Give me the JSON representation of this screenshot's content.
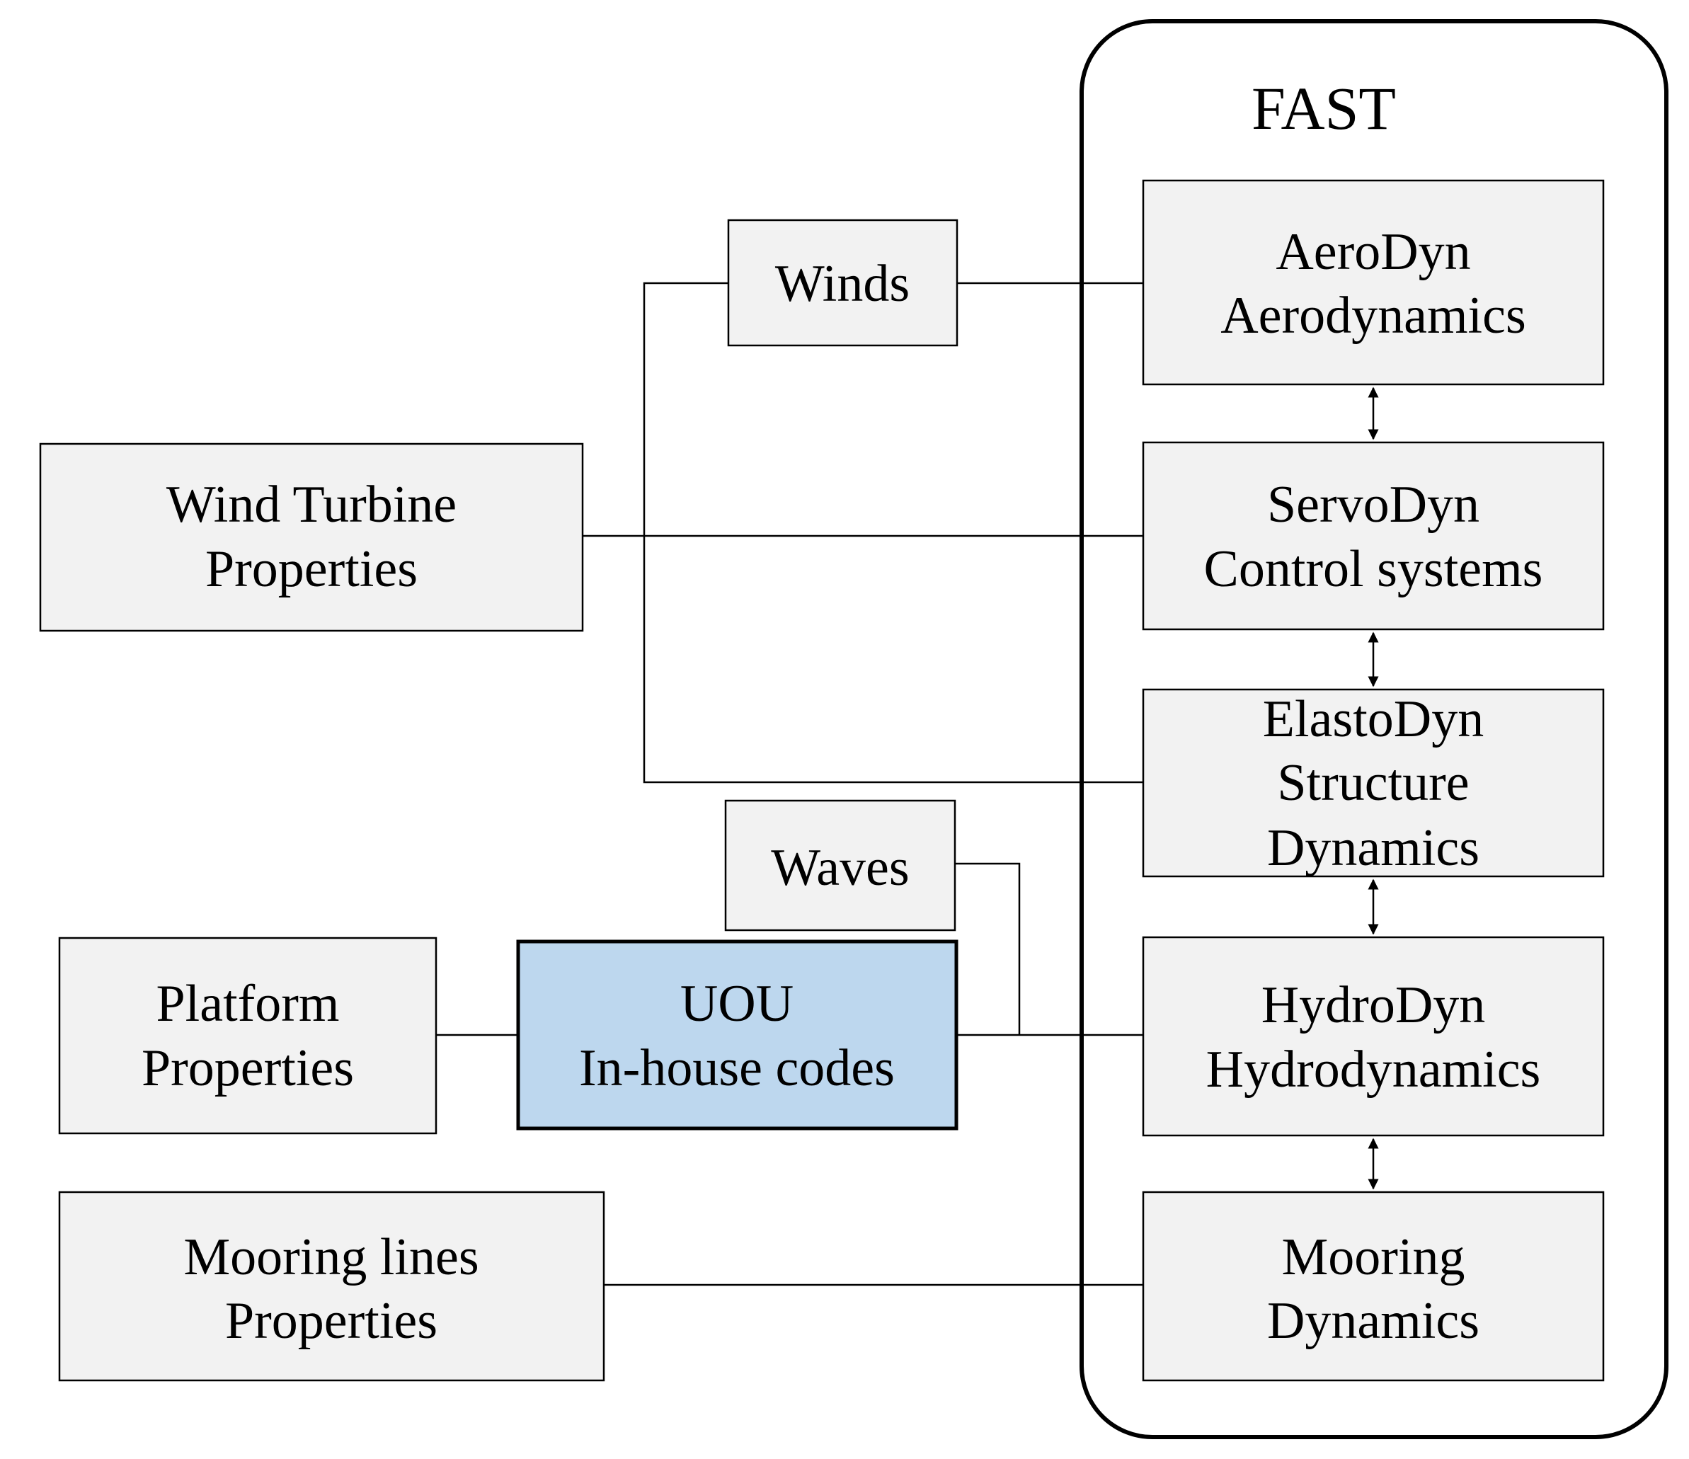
{
  "colors": {
    "box_fill": "#f2f2f2",
    "highlight_fill": "#bdd7ee",
    "line": "#000000",
    "background": "#ffffff"
  },
  "fast": {
    "title": "FAST"
  },
  "inputs": {
    "winds": {
      "line1": "Winds"
    },
    "waves": {
      "line1": "Waves"
    },
    "wind_turbine": {
      "line1": "Wind Turbine",
      "line2": "Properties"
    },
    "platform": {
      "line1": "Platform",
      "line2": "Properties"
    },
    "mooring_lines": {
      "line1": "Mooring lines",
      "line2": "Properties"
    },
    "uou": {
      "line1": "UOU",
      "line2": "In-house codes"
    }
  },
  "modules": {
    "aerodyn": {
      "line1": "AeroDyn",
      "line2": "Aerodynamics"
    },
    "servodyn": {
      "line1": "ServoDyn",
      "line2": "Control systems"
    },
    "elastodyn": {
      "line1": "ElastoDyn",
      "line2": "Structure",
      "line3": "Dynamics"
    },
    "hydrodyn": {
      "line1": "HydroDyn",
      "line2": "Hydrodynamics"
    },
    "mooring": {
      "line1": "Mooring",
      "line2": "Dynamics"
    }
  }
}
